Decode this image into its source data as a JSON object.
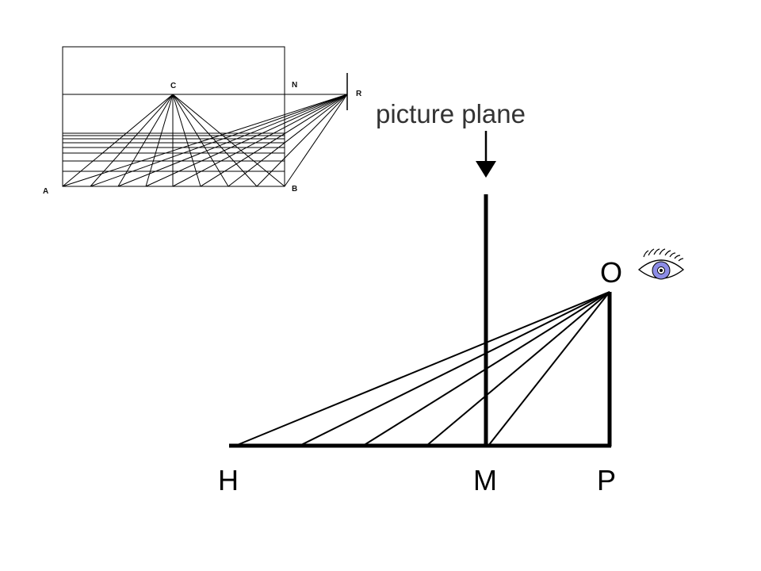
{
  "small_diagram": {
    "labels": {
      "c": "C",
      "n": "N",
      "r": "R",
      "a": "A",
      "b": "B"
    }
  },
  "main_diagram": {
    "picture_plane_label": "picture plane",
    "labels": {
      "o": "O",
      "h": "H",
      "m": "M",
      "p": "P"
    }
  },
  "colors": {
    "line": "#000000",
    "eye_iris": "#8c8ce6",
    "eye_outline": "#000000"
  },
  "icons": {
    "eye": "eye-icon"
  }
}
